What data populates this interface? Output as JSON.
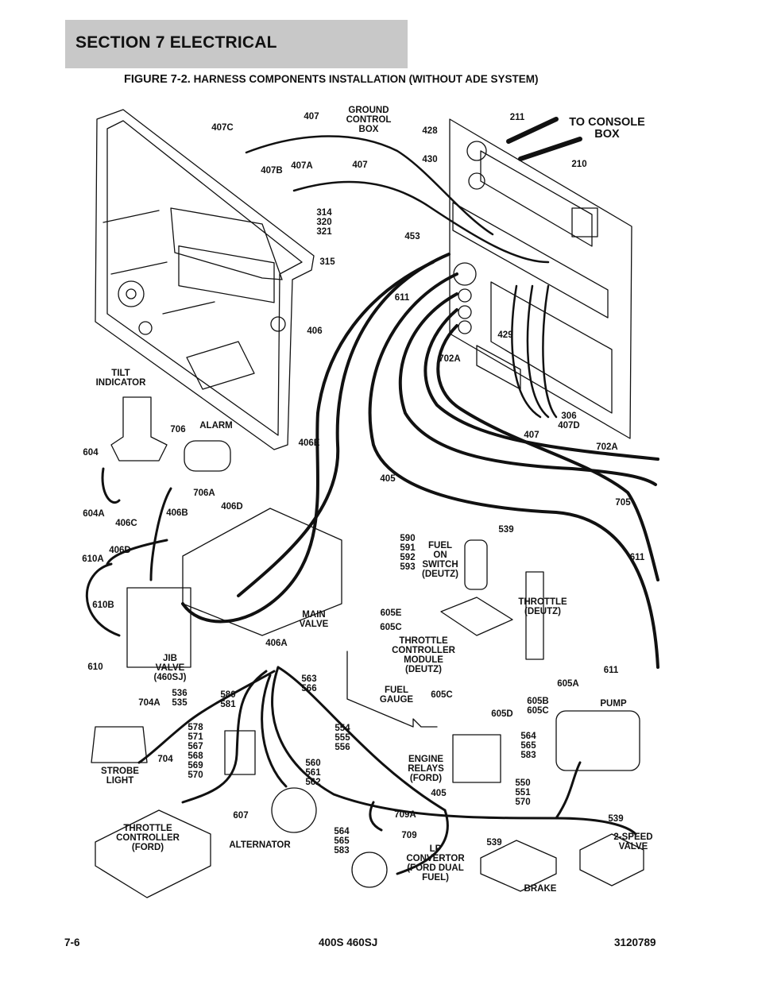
{
  "header": {
    "section": "SECTION 7   ELECTRICAL"
  },
  "figure": {
    "number": "FIGURE 7-2.",
    "title": "HARNESS COMPONENTS INSTALLATION (WITHOUT ADE SYSTEM)"
  },
  "labels": [
    "407",
    "GROUND\nCONTROL\nBOX",
    "407C",
    "428",
    "211",
    "TO CONSOLE\nBOX",
    "430",
    "210",
    "407B",
    "407A",
    "407",
    "314\n320\n321",
    "453",
    "315",
    "611",
    "406",
    "429",
    "702A",
    "306\n407D",
    "407",
    "TILT\nINDICATOR",
    "706",
    "ALARM",
    "406E",
    "702A",
    "604",
    "405",
    "705",
    "706A",
    "604A",
    "406C",
    "406B",
    "406D",
    "539",
    "590\n591\n592\n593",
    "FUEL\nON\nSWITCH\n(DEUTZ)",
    "406D",
    "610A",
    "611",
    "THROTTLE\n(DEUTZ)",
    "610B",
    "MAIN\nVALVE",
    "605E",
    "605C",
    "THROTTLE\nCONTROLLER\nMODULE\n(DEUTZ)",
    "406A",
    "610",
    "JIB\nVALVE\n(460SJ)",
    "611",
    "563\n566",
    "FUEL\nGAUGE",
    "605A",
    "605C",
    "536\n535",
    "704A",
    "580\n581",
    "605B\n605C",
    "605D",
    "PUMP",
    "554\n555\n556",
    "578\n571\n567\n568\n569\n570",
    "564\n565\n583",
    "704",
    "ENGINE\nRELAYS\n(FORD)",
    "560\n561\n562",
    "STROBE\nLIGHT",
    "550\n551\n570",
    "405",
    "607",
    "709A",
    "THROTTLE\nCONTROLLER\n(FORD)",
    "539",
    "564\n565\n583",
    "709",
    "539",
    "2-SPEED\nVALVE",
    "ALTERNATOR",
    "LP\nCONVERTOR\n(FORD DUAL\nFUEL)",
    "BRAKE"
  ],
  "footer": {
    "page": "7-6",
    "model": "400S 460SJ",
    "doc_number": "3120789"
  }
}
